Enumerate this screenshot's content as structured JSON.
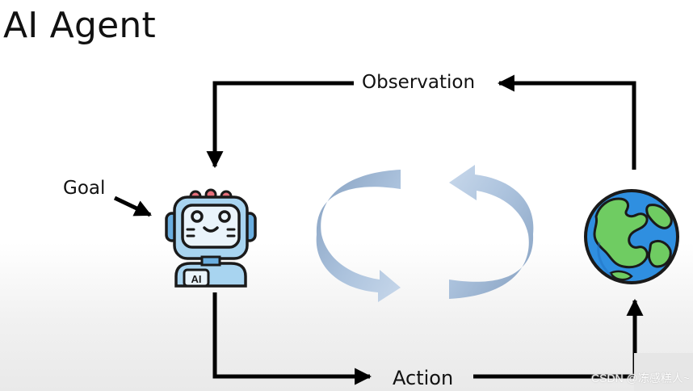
{
  "slide": {
    "title": "AI Agent"
  },
  "labels": {
    "observation": "Observation",
    "goal": "Goal",
    "action": "Action"
  },
  "robot": {
    "badge": "AI"
  },
  "icons": {
    "agent": "robot-icon",
    "environment": "globe-icon",
    "cycle": "circular-arrows-icon"
  },
  "colors": {
    "arrow": "#000000",
    "cycle_arrow": "#a9c1dc",
    "robot_body": "#a8d4f0",
    "robot_antenna": "#e66f7b",
    "globe_ocean": "#2f8fe0",
    "globe_land": "#6fcc62"
  },
  "watermark": "CSDN @冻感糕人~"
}
